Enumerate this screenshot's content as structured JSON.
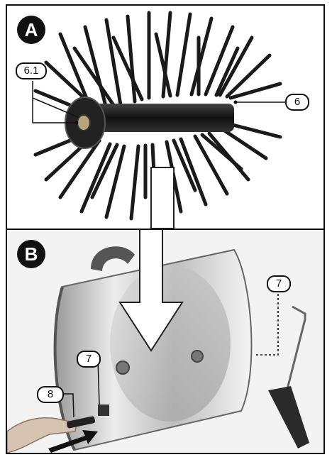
{
  "panels": {
    "a": {
      "badge": "A"
    },
    "b": {
      "badge": "B"
    }
  },
  "callouts": {
    "c61": "6.1",
    "c6": "6",
    "c7_right": "7",
    "c7_left": "7",
    "c8": "8"
  },
  "colors": {
    "bristle": "#1a1a1a",
    "steel_light": "#e6e6e6",
    "steel_dark": "#8a8a8a",
    "arrow_fill": "#ffffff",
    "arrow_stroke": "#222222"
  }
}
